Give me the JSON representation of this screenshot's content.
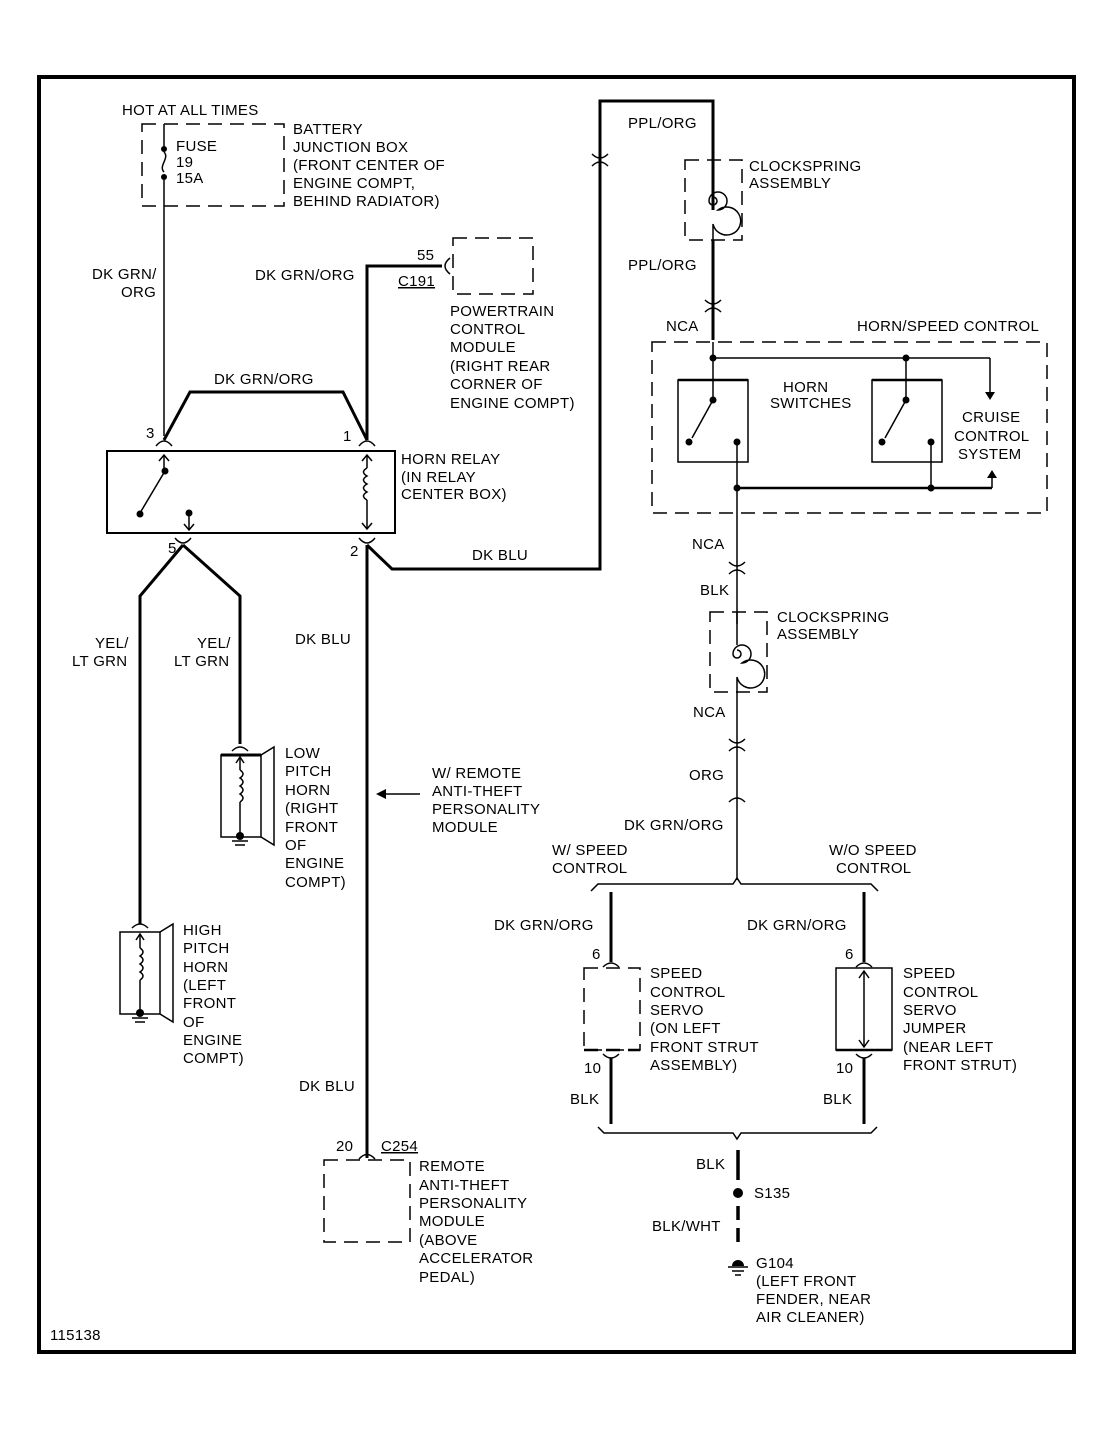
{
  "diagram": {
    "figure_id": "115138",
    "power": {
      "hot_label": "HOT AT ALL TIMES",
      "fuse_lines": [
        "FUSE",
        "19",
        "15A"
      ],
      "box_desc": [
        "BATTERY",
        "JUNCTION BOX",
        "(FRONT CENTER OF",
        "ENGINE COMPT,",
        "BEHIND RADIATOR)"
      ]
    },
    "wires": {
      "fuse_to_relay": [
        "DK GRN/",
        "ORG"
      ],
      "pcm_wire": "DK GRN/ORG",
      "relay_bridge": "DK GRN/ORG",
      "relay_to_clockspring": "DK BLU",
      "relay_to_rap": "DK BLU",
      "rap_lower": "DK BLU",
      "horn_low": [
        "YEL/",
        "LT GRN"
      ],
      "horn_high": [
        "YEL/",
        "LT GRN"
      ],
      "ppl_top": "PPL/ORG",
      "ppl_bottom": "PPL/ORG",
      "nca_top": "NCA",
      "nca_mid": "NCA",
      "blk_mid": "BLK",
      "nca_lower": "NCA",
      "org": "ORG",
      "dkgrn_trunk": "DK GRN/ORG",
      "servo_left_in": "DK GRN/ORG",
      "servo_right_in": "DK GRN/ORG",
      "servo_left_out": "BLK",
      "servo_right_out": "BLK",
      "ground_blk": "BLK",
      "ground_blkwht": "BLK/WHT"
    },
    "pcm": {
      "pin": "55",
      "connector": "C191",
      "desc": [
        "POWERTRAIN",
        "CONTROL",
        "MODULE",
        "(RIGHT REAR",
        "CORNER OF",
        "ENGINE COMPT)"
      ]
    },
    "relay": {
      "pins": {
        "p1": "1",
        "p2": "2",
        "p3": "3",
        "p5": "5"
      },
      "desc": [
        "HORN RELAY",
        "(IN RELAY",
        "CENTER BOX)"
      ]
    },
    "low_horn": [
      "LOW",
      "PITCH",
      "HORN",
      "(RIGHT",
      "FRONT",
      "OF",
      "ENGINE",
      "COMPT)"
    ],
    "high_horn": [
      "HIGH",
      "PITCH",
      "HORN",
      "(LEFT",
      "FRONT",
      "OF",
      "ENGINE",
      "COMPT)"
    ],
    "rap_note": [
      "W/ REMOTE",
      "ANTI-THEFT",
      "PERSONALITY",
      "MODULE"
    ],
    "rap": {
      "pin": "20",
      "connector": "C254",
      "desc": [
        "REMOTE",
        "ANTI-THEFT",
        "PERSONALITY",
        "MODULE",
        "(ABOVE",
        "ACCELERATOR",
        "PEDAL)"
      ]
    },
    "clockspring_top": [
      "CLOCKSPRING",
      "ASSEMBLY"
    ],
    "clockspring_bottom": [
      "CLOCKSPRING",
      "ASSEMBLY"
    ],
    "horn_speed_control": {
      "title": "HORN/SPEED CONTROL",
      "switches": [
        "HORN",
        "SWITCHES"
      ],
      "cruise": [
        "CRUISE",
        "CONTROL",
        "SYSTEM"
      ]
    },
    "options": {
      "with_speed": [
        "W/ SPEED",
        "CONTROL"
      ],
      "without_speed": [
        "W/O SPEED",
        "CONTROL"
      ]
    },
    "servo": {
      "pin_in": "6",
      "pin_out": "10",
      "desc": [
        "SPEED",
        "CONTROL",
        "SERVO",
        "(ON LEFT",
        "FRONT STRUT",
        "ASSEMBLY)"
      ]
    },
    "jumper": {
      "pin_in": "6",
      "pin_out": "10",
      "desc": [
        "SPEED",
        "CONTROL",
        "SERVO",
        "JUMPER",
        "(NEAR LEFT",
        "FRONT STRUT)"
      ]
    },
    "splice": "S135",
    "ground": {
      "id": "G104",
      "desc": [
        "(LEFT FRONT",
        "FENDER, NEAR",
        "AIR CLEANER)"
      ]
    }
  }
}
